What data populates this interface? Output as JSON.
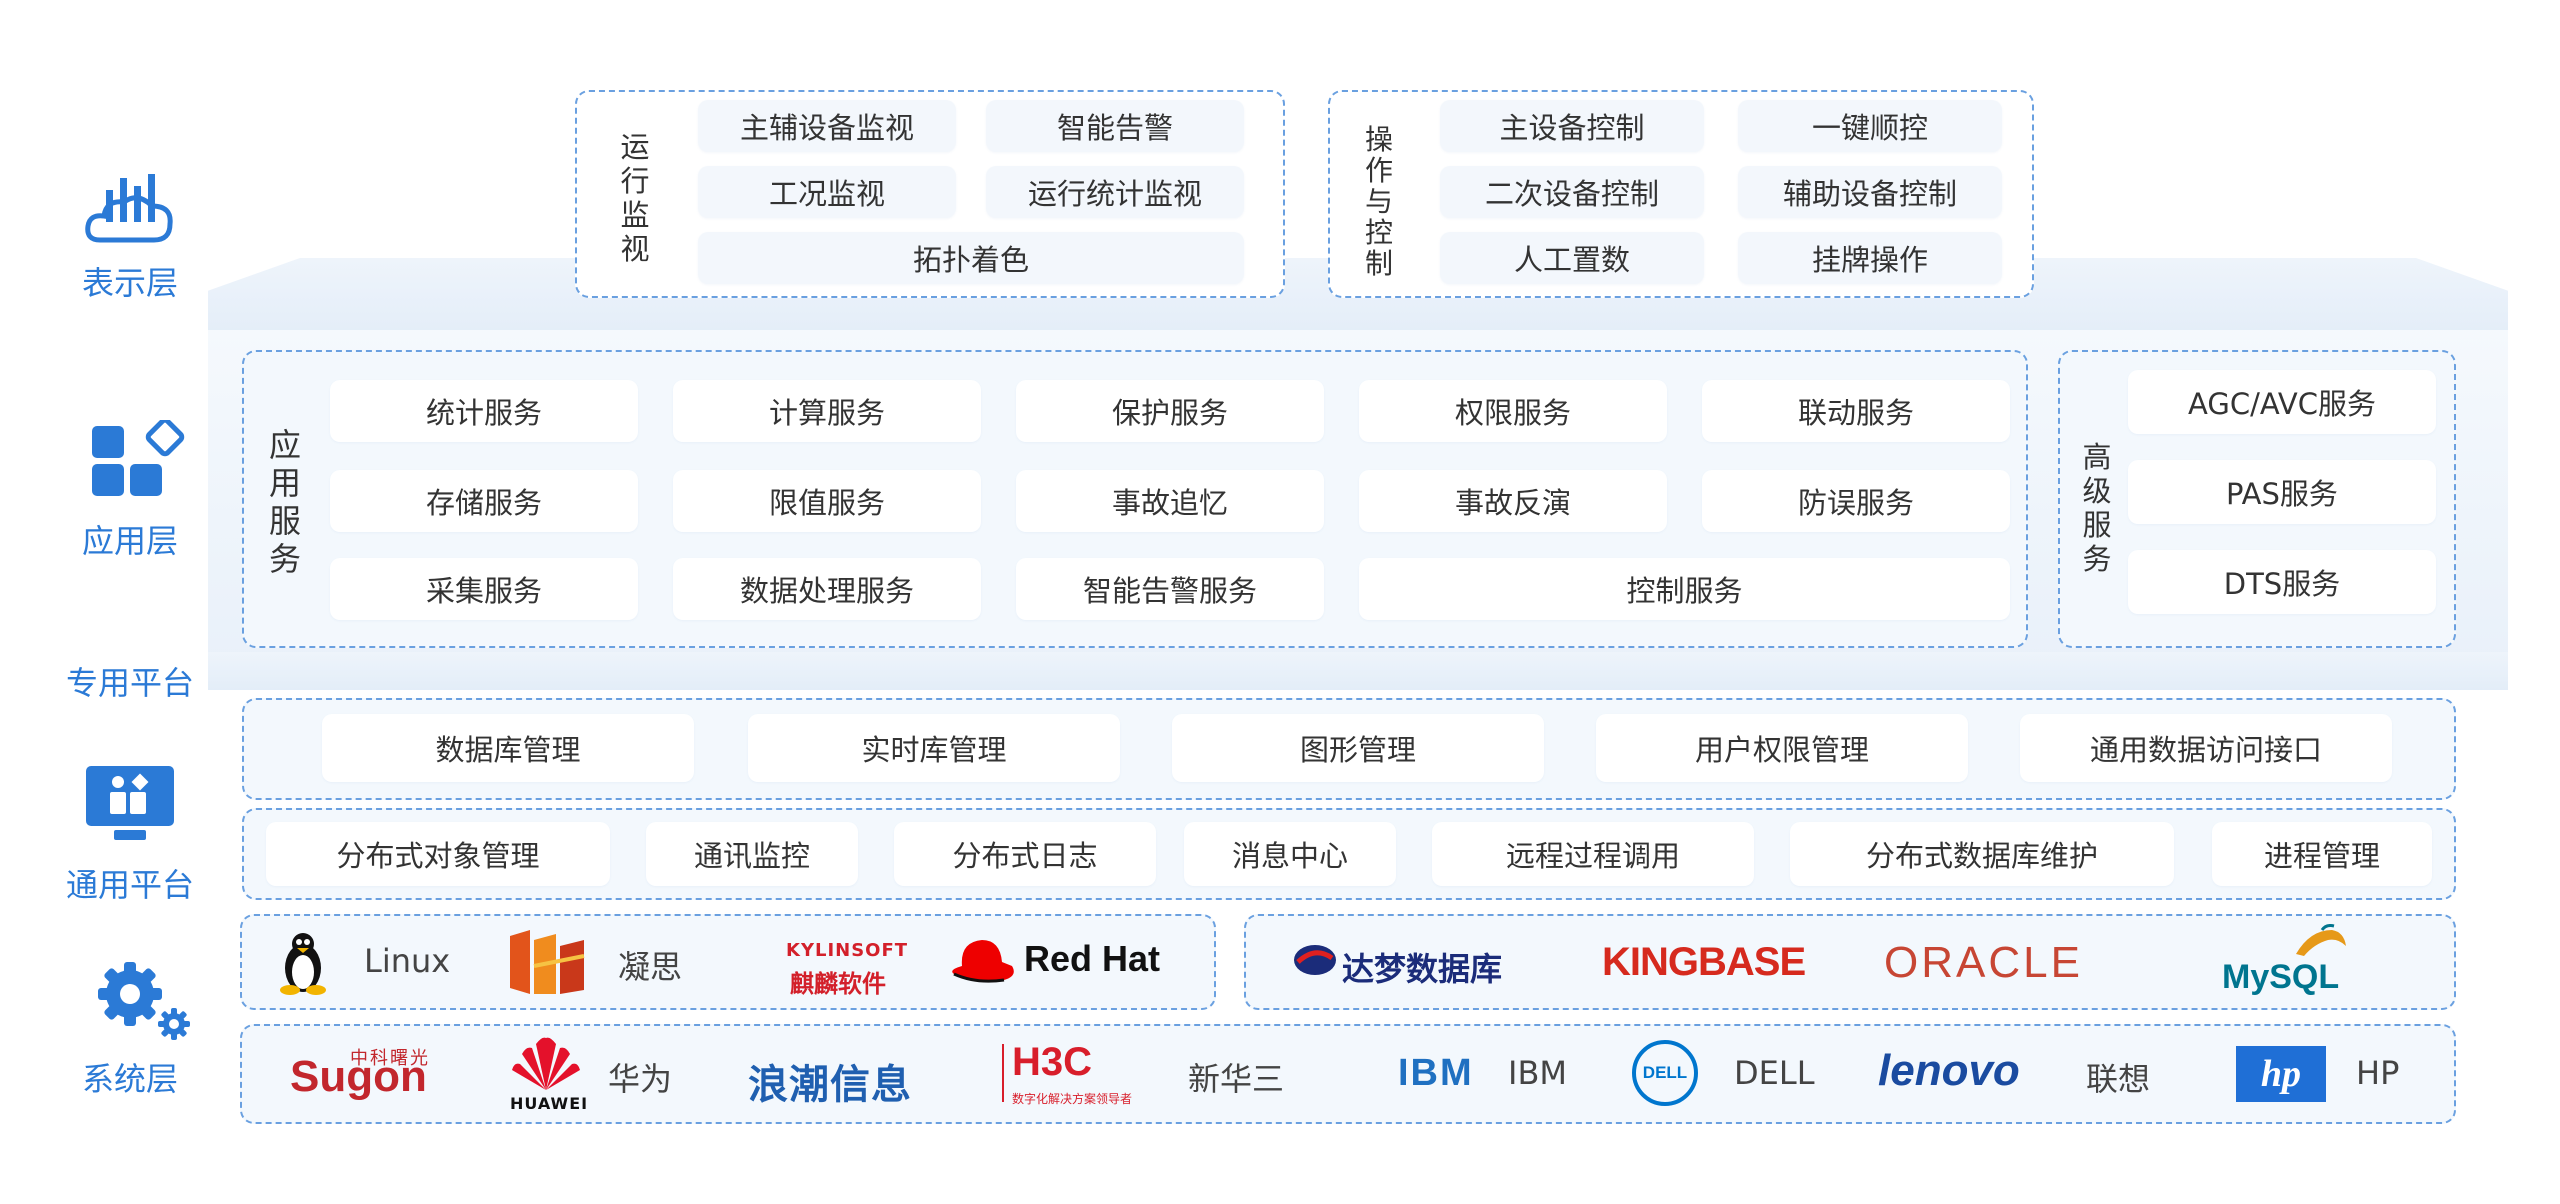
{
  "layers": {
    "presentation": "表示层",
    "application": "应用层",
    "dedicated": "专用平台",
    "general": "通用平台",
    "system": "系统层"
  },
  "monitor": {
    "title": "运行监视",
    "items": [
      "主辅设备监视",
      "智能告警",
      "工况监视",
      "运行统计监视",
      "拓扑着色"
    ]
  },
  "control": {
    "title": "操作与控制",
    "items": [
      "主设备控制",
      "一键顺控",
      "二次设备控制",
      "辅助设备控制",
      "人工置数",
      "挂牌操作"
    ]
  },
  "app_services": {
    "title": "应用服务",
    "items": [
      "统计服务",
      "计算服务",
      "保护服务",
      "权限服务",
      "联动服务",
      "存储服务",
      "限值服务",
      "事故追忆",
      "事故反演",
      "防误服务",
      "采集服务",
      "数据处理服务",
      "智能告警服务",
      "控制服务"
    ]
  },
  "advanced": {
    "title": "高级服务",
    "items": [
      "AGC/AVC服务",
      "PAS服务",
      "DTS服务"
    ]
  },
  "dedicated_platform": [
    "数据库管理",
    "实时库管理",
    "图形管理",
    "用户权限管理",
    "通用数据访问接口"
  ],
  "general_platform": [
    "分布式对象管理",
    "通讯监控",
    "分布式日志",
    "消息中心",
    "远程过程调用",
    "分布式数据库维护",
    "进程管理"
  ],
  "os_logos": {
    "linux": "Linux",
    "ningsi": "凝思",
    "kylin_brand": "KYLINSOFT",
    "kylin_cn": "麒麟软件",
    "redhat": "Red Hat"
  },
  "db_logos": {
    "dameng": "达梦数据库",
    "kingbase": "KINGBASE",
    "oracle": "ORACLE",
    "mysql": "MySQL"
  },
  "hw_logos": {
    "sugon_cn": "中科曙光",
    "sugon": "Sugon",
    "huawei_brand": "HUAWEI",
    "huawei": "华为",
    "inspur": "浪潮信息",
    "h3c": "H3C",
    "h3c_sub": "数字化解决方案领导者",
    "xinhuasan": "新华三",
    "ibm_logo": "IBM",
    "ibm": "IBM",
    "dell_logo": "DELL",
    "dell": "DELL",
    "lenovo_logo": "lenovo",
    "lenovo": "联想",
    "hp_logo": "hp",
    "hp": "HP"
  },
  "colors": {
    "accent": "#2b7ad6",
    "box_border": "#6aa0e0",
    "box_bg": "#f3f8fd",
    "band": "#e6eef8"
  },
  "icons": [
    "chart-cloud-icon",
    "grid-diamond-icon",
    "monitor-blocks-icon",
    "gears-icon"
  ]
}
